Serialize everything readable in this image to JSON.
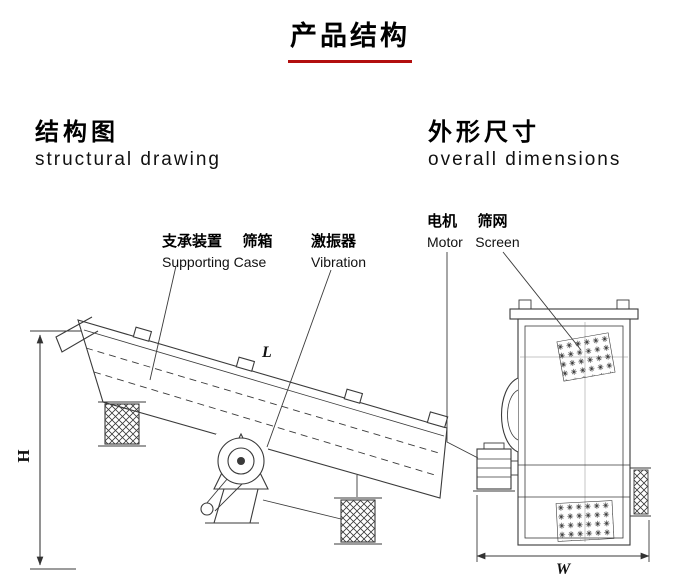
{
  "page": {
    "title": "产品结构"
  },
  "sections": {
    "structural": {
      "heading_cn": "结构图",
      "heading_en": "structural drawing",
      "callout_support_cn": "支承装置",
      "callout_case_cn": "筛箱",
      "callout_support_en": "Supporting Case",
      "callout_vibrator_cn": "激振器",
      "callout_vibrator_en": "Vibration",
      "dim_h": "H",
      "dim_l": "L"
    },
    "overall": {
      "heading_cn": "外形尺寸",
      "heading_en": "overall dimensions",
      "callout_motor_cn": "电机",
      "callout_screen_cn": "筛网",
      "callout_motor_en": "Motor",
      "callout_screen_en": "Screen",
      "dim_w": "W"
    }
  },
  "colors": {
    "accent": "#b20f0f",
    "ink": "#3a3a3a"
  }
}
